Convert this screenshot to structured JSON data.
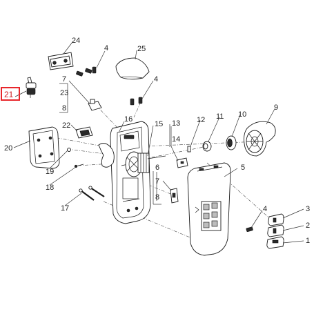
{
  "callouts": {
    "c1": "1",
    "c2": "2",
    "c3": "3",
    "c4a": "4",
    "c4b": "4",
    "c4c": "4",
    "c5": "5",
    "c6": "6",
    "c7a": "7",
    "c7b": "7",
    "c8a": "8",
    "c8b": "8",
    "c9": "9",
    "c10": "10",
    "c11": "11",
    "c12": "12",
    "c13": "13",
    "c14": "14",
    "c15": "15",
    "c16": "16",
    "c17": "17",
    "c18": "18",
    "c19": "19",
    "c20": "20",
    "c21": "21",
    "c22": "22",
    "c23": "23",
    "c24": "24",
    "c25": "25"
  },
  "highlight": {
    "part_number": "21",
    "color": "#e8262b"
  },
  "colors": {
    "line": "#1a1a1a",
    "highlight": "#e8262b"
  }
}
